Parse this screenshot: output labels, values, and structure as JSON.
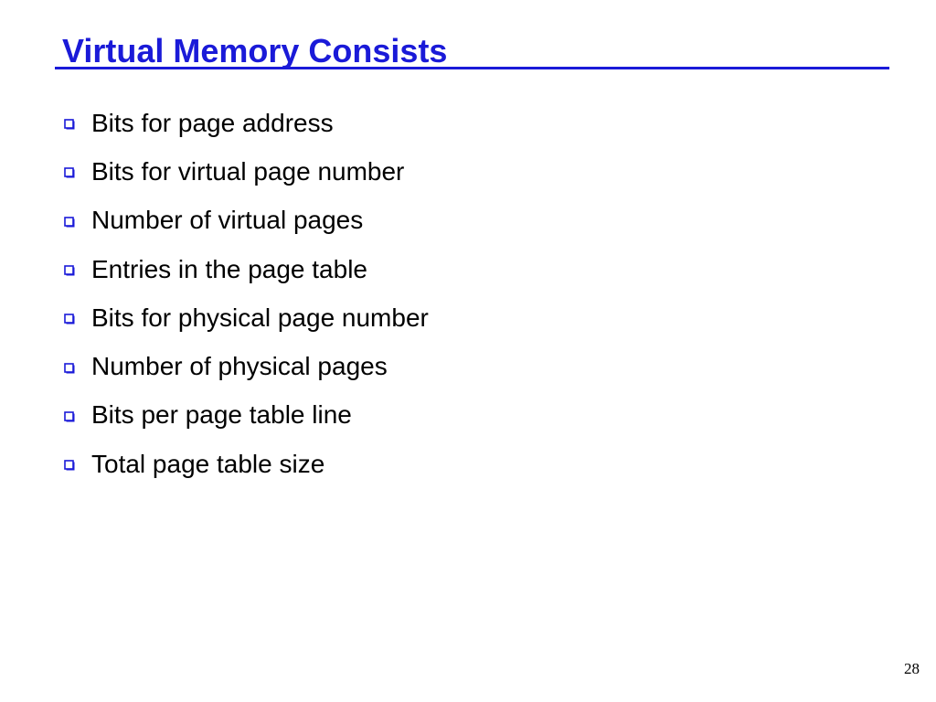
{
  "slide": {
    "title": "Virtual Memory Consists",
    "bullet_icon": "hollow-square-bullet-icon",
    "bullets": [
      "Bits for page address",
      "Bits for virtual page number",
      "Number of virtual pages",
      "Entries in the page table",
      "Bits for physical page number",
      "Number of physical pages",
      "Bits per page table line",
      "Total page table size"
    ],
    "page_number": "28"
  },
  "colors": {
    "title": "#1a1ad8",
    "rule": "#1a1ad8",
    "body_text": "#000000",
    "bullet_icon": "#1a1ad8"
  }
}
